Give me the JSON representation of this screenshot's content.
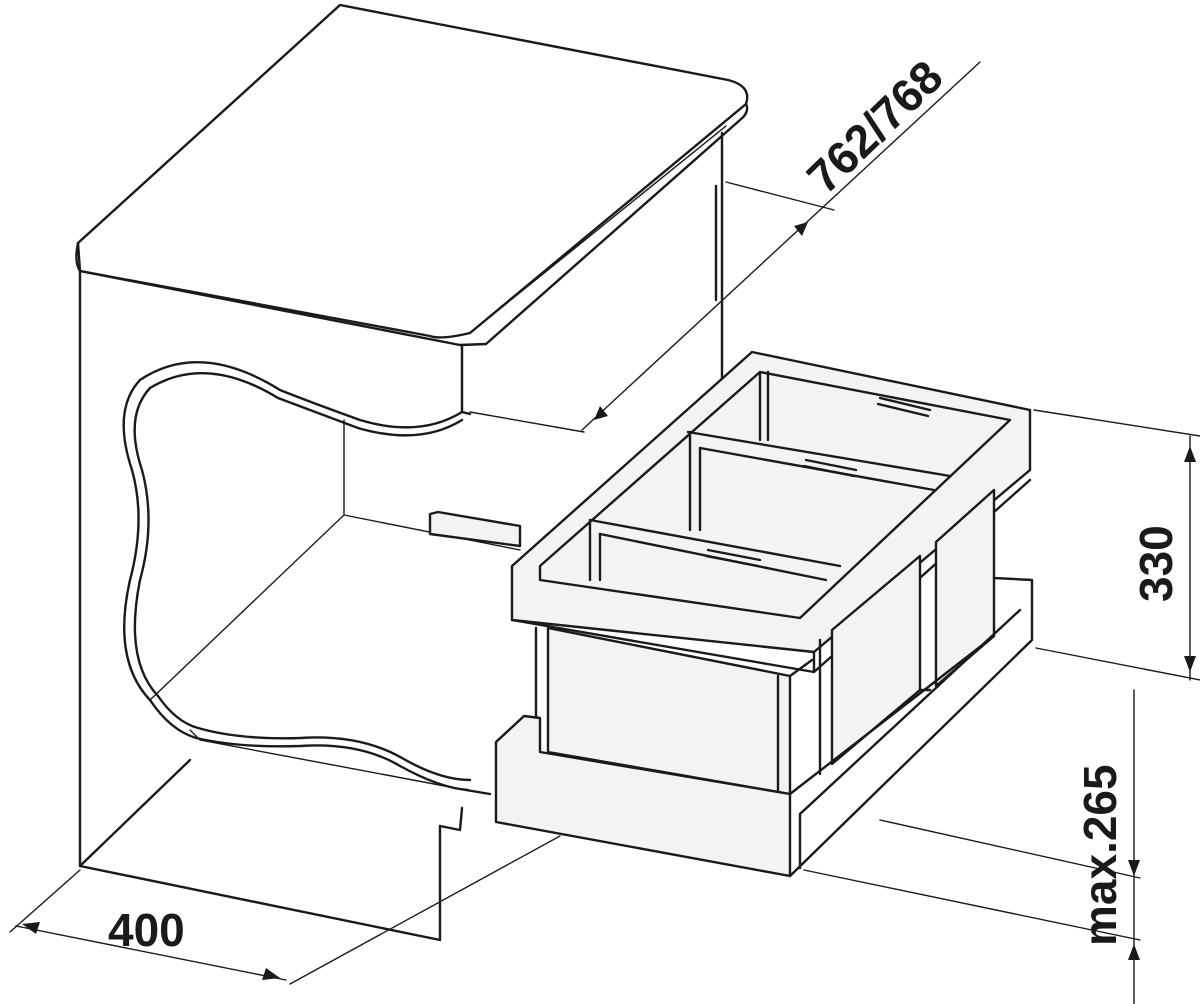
{
  "dimensions": {
    "depth": "762/768",
    "height": "330",
    "max_height": "max.265",
    "width": "400"
  },
  "colors": {
    "line": "#1a1a1a",
    "background": "#ffffff"
  }
}
